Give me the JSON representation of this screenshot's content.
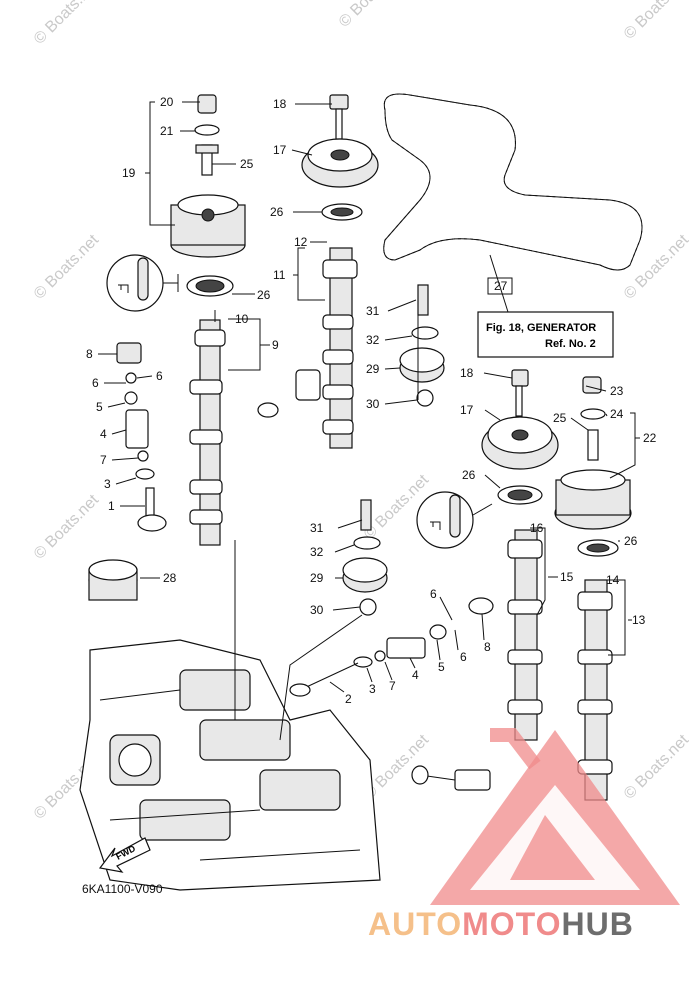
{
  "diagram_code": "6KA1100-V090",
  "fwd_label": "FWD",
  "reference_box": {
    "line1": "Fig. 18, GENERATOR",
    "line2": "Ref. No. 2"
  },
  "watermark_text": "© Boats.net",
  "brand": {
    "part1": "AUTO",
    "part2": "MOTO",
    "part3": "HUB",
    "color1": "#f5c08a",
    "color2": "#f08b8b",
    "color3": "#6d6d6d"
  },
  "part_labels": {
    "p20": "20",
    "p21": "21",
    "p19": "19",
    "p25a": "25",
    "p18a": "18",
    "p17a": "17",
    "p26a": "26",
    "p12": "12",
    "p11": "11",
    "p26b": "26",
    "p10": "10",
    "p9": "9",
    "p8a": "8",
    "p6a": "6",
    "p6b": "6",
    "p5a": "5",
    "p4a": "4",
    "p7a": "7",
    "p3a": "3",
    "p1": "1",
    "p31a": "31",
    "p32a": "32",
    "p29a": "29",
    "p30a": "30",
    "p27": "27",
    "p18b": "18",
    "p17b": "17",
    "p23": "23",
    "p25b": "25",
    "p24": "24",
    "p22": "22",
    "p26c": "26",
    "p16": "16",
    "p15": "15",
    "p26d": "26",
    "p14": "14",
    "p13": "13",
    "p28": "28",
    "p31b": "31",
    "p32b": "32",
    "p29b": "29",
    "p30b": "30",
    "p6c": "6",
    "p6d": "6",
    "p5b": "5",
    "p8b": "8",
    "p4b": "4",
    "p7b": "7",
    "p3b": "3",
    "p2": "2"
  }
}
